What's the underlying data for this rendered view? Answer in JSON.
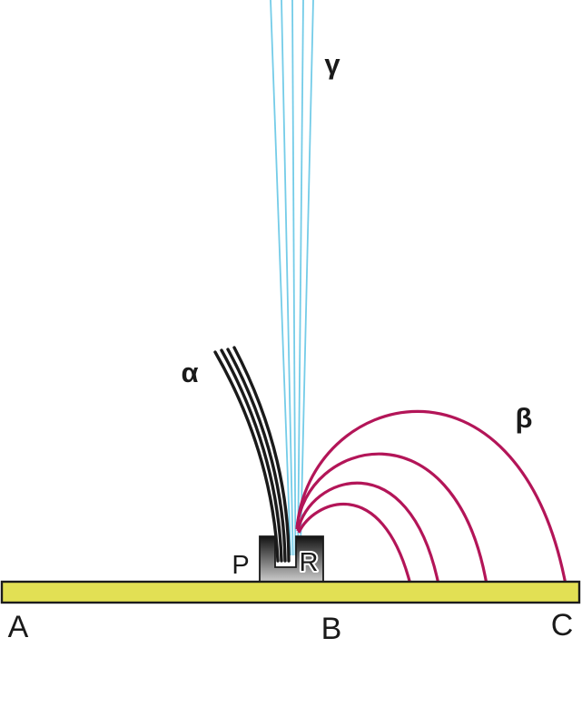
{
  "labels": {
    "alpha_ray": "α",
    "beta_ray": "β",
    "gamma_ray": "γ",
    "lead_container": "P",
    "radioactive_source": "R",
    "plate_point_a": "A",
    "plate_point_b": "B",
    "plate_point_c": "C"
  },
  "ray_counts": {
    "alpha": 4,
    "beta": 4,
    "gamma": 5
  },
  "colors": {
    "alpha_ray": "#1a1a1a",
    "beta_ray": "#b31558",
    "gamma_ray": "#74cce8",
    "plate_fill": "#e2e054",
    "plate_border": "#1c1c1c",
    "container_top": "#0f0f0f",
    "container_mid": "#6e6e6e",
    "container_bottom": "#d0d0d0",
    "container_outline": "#1a1a1a",
    "source_label_halo": "#ffffff",
    "background": "#ffffff"
  }
}
